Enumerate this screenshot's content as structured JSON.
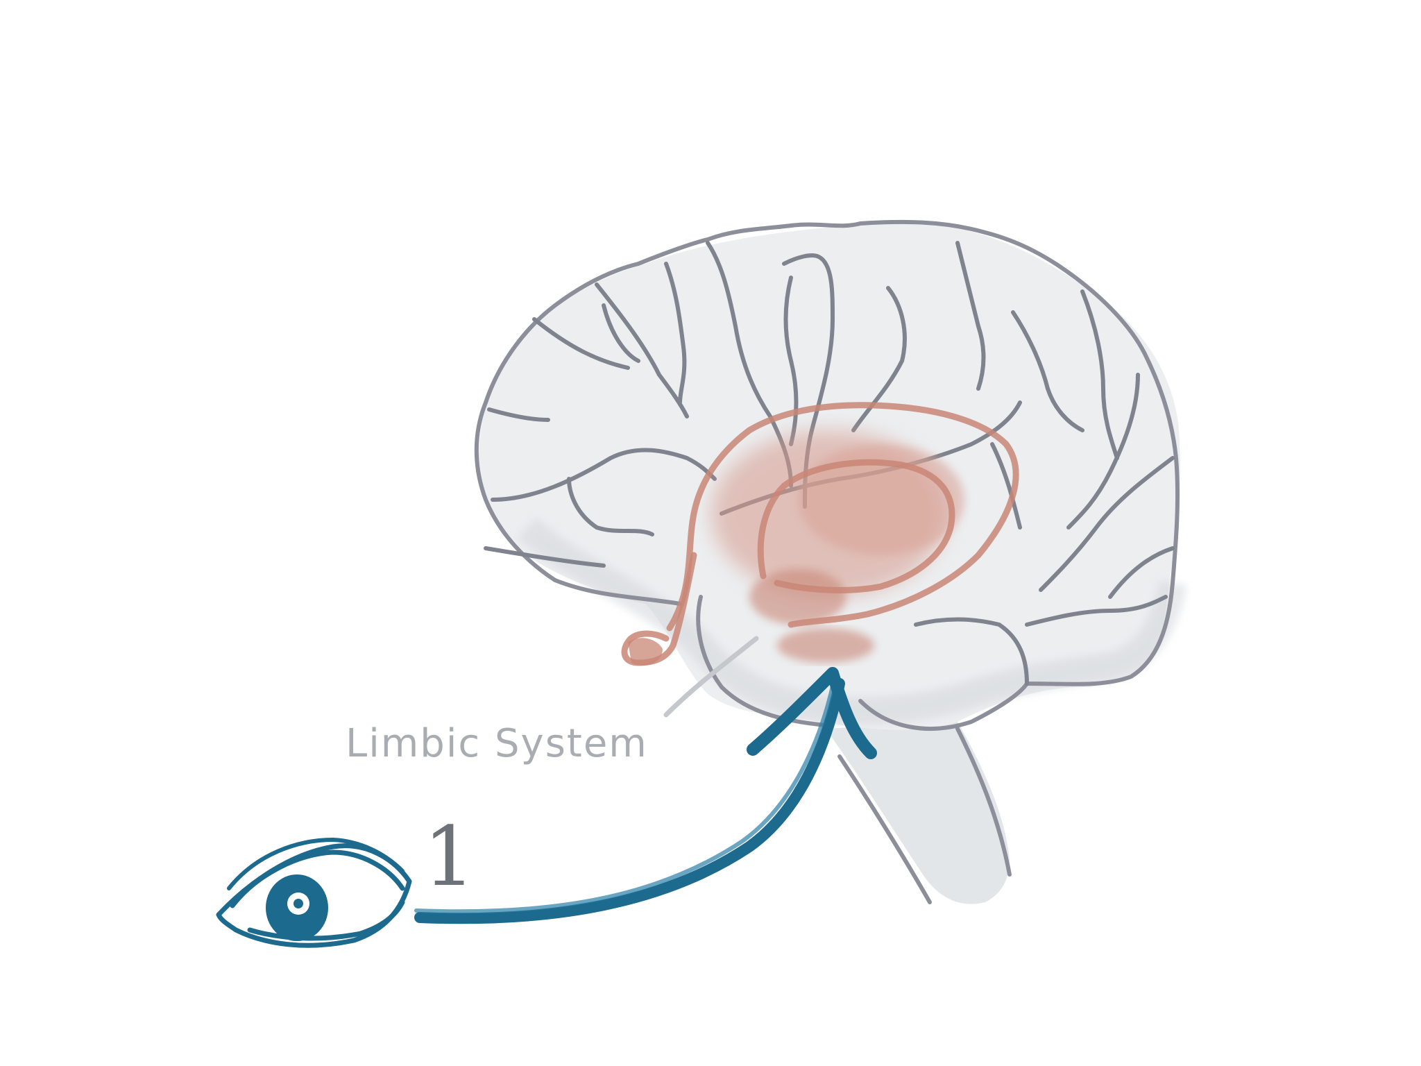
{
  "diagram": {
    "labels": {
      "limbic_system": "Limbic System",
      "step_number": "1"
    },
    "icons": {
      "eye": "eye-icon",
      "brain": "brain-illustration",
      "arrow": "curved-arrow"
    },
    "colors": {
      "background": "#ffffff",
      "brain_fill": "#e6e8ea",
      "brain_outline": "#8c8f99",
      "limbic": "#c98676",
      "limbic_fill": "#dba79b",
      "arrow": "#1d6a8f",
      "label": "#a9adb1",
      "number": "#6d7178"
    }
  }
}
